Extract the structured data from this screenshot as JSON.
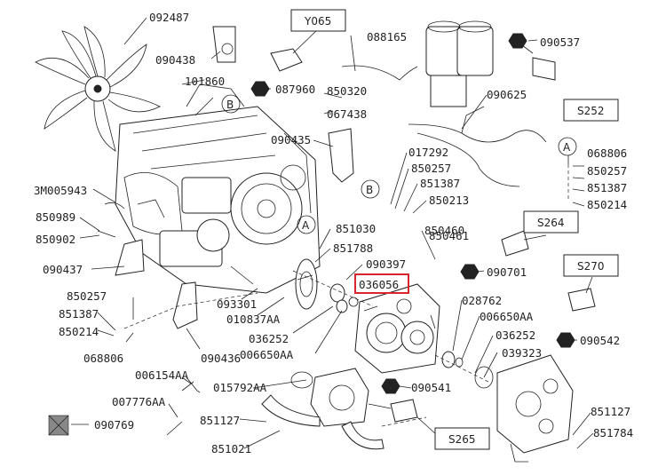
{
  "callouts": {
    "a": "A",
    "b": "B"
  },
  "sensor_boxes": [
    "Y065",
    "S252",
    "S264",
    "S270",
    "S265"
  ],
  "highlighted_part": "036056",
  "part_numbers": [
    "092487",
    "090438",
    "101860",
    "087960",
    "088165",
    "090537",
    "850320",
    "067438",
    "090625",
    "090435",
    "017292",
    "850257",
    "851387",
    "850213",
    "068806",
    "850257",
    "851387",
    "850214",
    "3M005943",
    "850989",
    "850902",
    "850460",
    "850461",
    "851030",
    "851788",
    "090397",
    "036056",
    "090701",
    "090437",
    "093301",
    "010837AA",
    "036252",
    "006650AA",
    "028762",
    "006650AA",
    "036252",
    "039323",
    "090542",
    "850257",
    "851387",
    "850214",
    "068806",
    "090436",
    "006154AA",
    "007776AA",
    "015792AA",
    "090541",
    "090769",
    "851127",
    "851021",
    "851127",
    "851784"
  ]
}
